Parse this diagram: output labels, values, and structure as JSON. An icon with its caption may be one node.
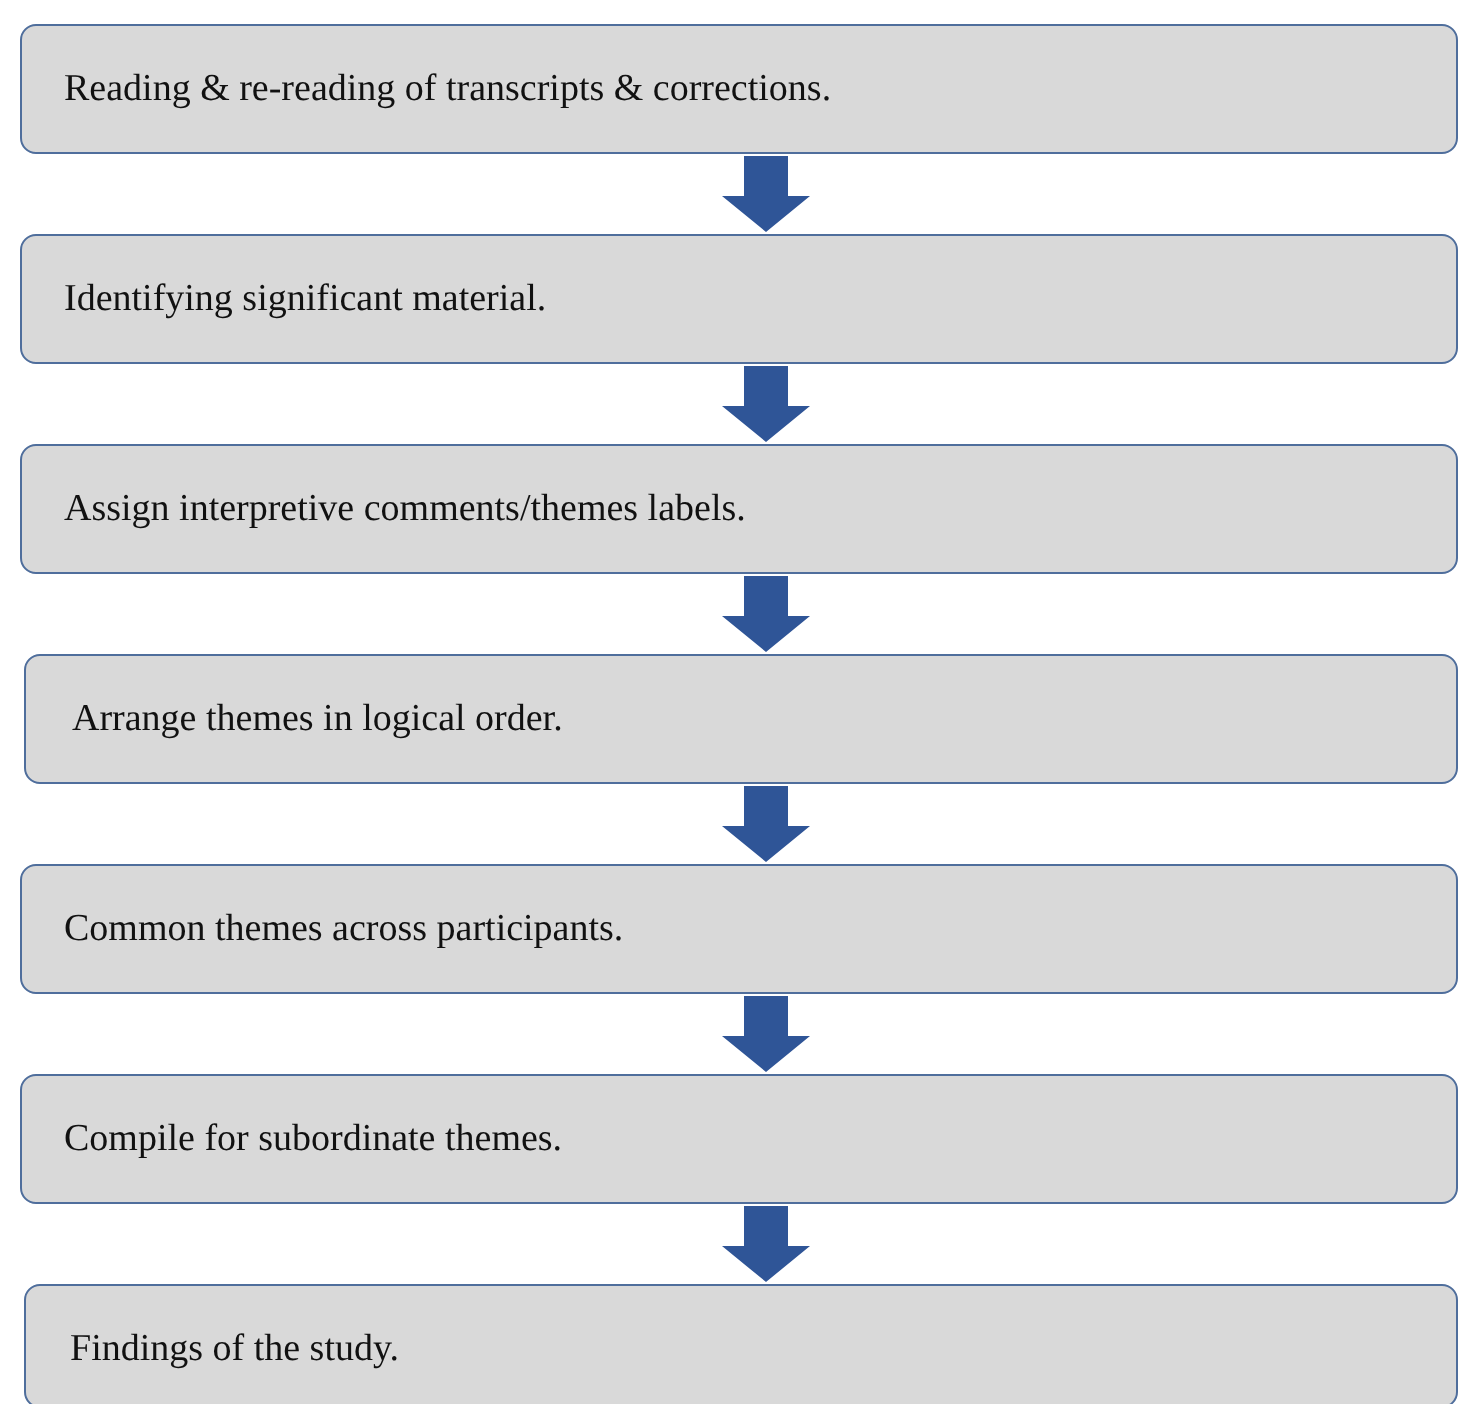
{
  "diagram": {
    "nodes": [
      {
        "text": [
          "Reading & re-reading of transcripts & corrections."
        ]
      },
      {
        "text": [
          "Identifying significant material."
        ]
      },
      {
        "text": [
          "Assign interpretive comments/themes labels."
        ]
      },
      {
        "text": [
          "Arrange themes in logical order."
        ]
      },
      {
        "text": [
          "Common themes across participants."
        ]
      },
      {
        "text": [
          "Compile for subordinate themes."
        ]
      },
      {
        "text": [
          "Findings of the study."
        ]
      }
    ],
    "edges": [
      {
        "from": 0,
        "to": 1,
        "arrow": "to"
      },
      {
        "from": 1,
        "to": 2,
        "arrow": "to"
      },
      {
        "from": 2,
        "to": 3,
        "arrow": "to"
      },
      {
        "from": 3,
        "to": 4,
        "arrow": "to"
      },
      {
        "from": 4,
        "to": 5,
        "arrow": "to"
      },
      {
        "from": 5,
        "to": 6,
        "arrow": "to"
      }
    ]
  }
}
